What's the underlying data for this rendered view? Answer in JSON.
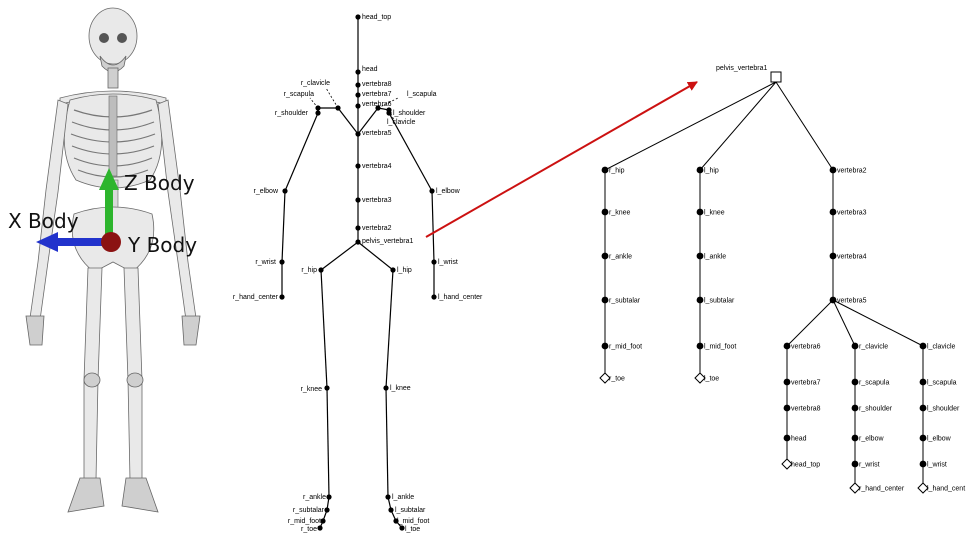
{
  "axes": {
    "z_label": "Z Body",
    "x_label": "X Body",
    "y_label": "Y Body"
  },
  "colors": {
    "z_axis": "#2db52d",
    "x_axis": "#2233cc",
    "y_axis": "#8b1212",
    "arrow": "#cc1111",
    "line": "#000000"
  },
  "skeleton_joints": [
    "head_top",
    "head",
    "vertebra8",
    "vertebra7",
    "vertebra6",
    "vertebra5",
    "vertebra4",
    "vertebra3",
    "vertebra2",
    "pelvis_vertebra1",
    "r_clavicle",
    "r_scapula",
    "r_shoulder",
    "r_elbow",
    "r_wrist",
    "r_hand_center",
    "l_scapula",
    "l_clavicle",
    "l_shoulder",
    "l_elbow",
    "l_wrist",
    "l_hand_center",
    "r_hip",
    "r_knee",
    "r_ankle",
    "r_subtalar",
    "r_mid_foot",
    "r_toe",
    "l_hip",
    "l_knee",
    "l_ankle",
    "l_subtalar",
    "l_mid_foot",
    "l_toe"
  ],
  "tree": {
    "root": "pelvis_vertebra1",
    "branches": [
      [
        "r_hip",
        "r_knee",
        "r_ankle",
        "r_subtalar",
        "r_mid_foot",
        "r_toe"
      ],
      [
        "l_hip",
        "l_knee",
        "l_ankle",
        "l_subtalar",
        "l_mid_foot",
        "l_toe"
      ],
      [
        "vertebra2",
        "vertebra3",
        "vertebra4",
        "vertebra5"
      ]
    ],
    "sub_branches": [
      [
        "vertebra6",
        "vertebra7",
        "vertebra8",
        "head",
        "head_top"
      ],
      [
        "r_clavicle",
        "r_scapula",
        "r_shoulder",
        "r_elbow",
        "r_wrist",
        "r_hand_center"
      ],
      [
        "l_clavicle",
        "l_scapula",
        "l_shoulder",
        "l_elbow",
        "l_wrist",
        "l_hand_cent"
      ]
    ]
  }
}
